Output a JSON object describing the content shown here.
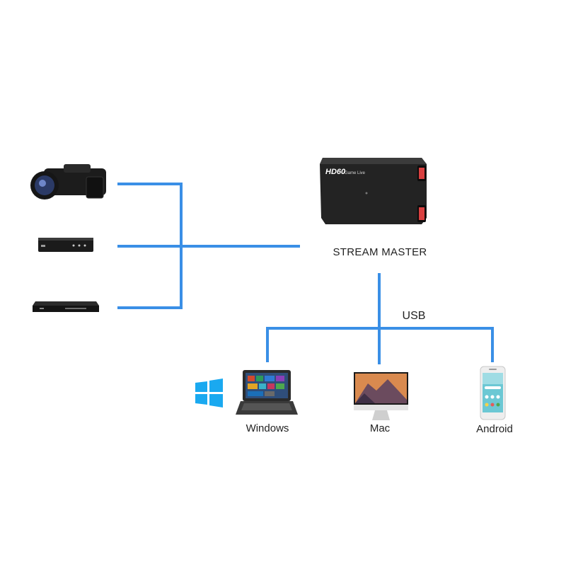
{
  "colors": {
    "line": "#3a8fe6",
    "device_dark": "#1f1f1f",
    "win_logo": "#1aa9f0"
  },
  "devices": {
    "camcorder": "camcorder-icon",
    "set_top_box": "set-top-box-icon",
    "dvd_player": "dvd-player-icon"
  },
  "capture": {
    "brand_text": "HD60",
    "model_text": "Game Live",
    "label": "STREAM MASTER"
  },
  "connection_label": "USB",
  "targets": [
    {
      "label": "Windows",
      "icon": "laptop-icon"
    },
    {
      "label": "Mac",
      "icon": "imac-icon"
    },
    {
      "label": "Android",
      "icon": "phone-icon"
    }
  ],
  "windows_logo": "windows-logo-icon"
}
